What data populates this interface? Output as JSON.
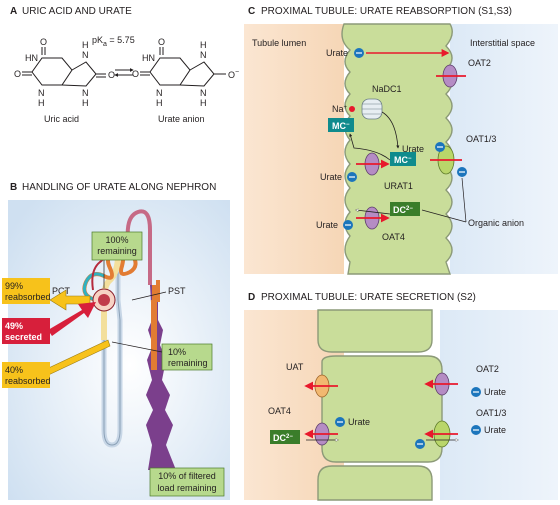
{
  "panel_a": {
    "letter": "A",
    "title": "URIC ACID AND URATE",
    "pka": "pK",
    "pka_sub": "a",
    "pka_value": " = 5.75",
    "uric_acid_label": "Uric acid",
    "urate_anion_label": "Urate anion",
    "atoms": {
      "H": "H",
      "N": "N",
      "O": "O",
      "O_minus": "O"
    }
  },
  "panel_b": {
    "letter": "B",
    "title": "HANDLING OF URATE ALONG NEPHRON",
    "pct": "PCT",
    "pst": "PST",
    "box_100_line1": "100%",
    "box_100_line2": "remaining",
    "box_99_line1": "99%",
    "box_99_line2": "reabsorbed",
    "box_49_line1": "49%",
    "box_49_line2": "secreted",
    "box_40_line1": "40%",
    "box_40_line2": "reabsorbed",
    "box_10_line1": "10%",
    "box_10_line2": "remaining",
    "box_filtered_line1": "10% of filtered",
    "box_filtered_line2": "load remaining"
  },
  "panel_c": {
    "letter": "C",
    "title": "PROXIMAL TUBULE: URATE REABSORPTION (S1,S3)",
    "tubule_lumen": "Tubule lumen",
    "interstitial_space": "Interstitial space",
    "urate": "Urate",
    "oat2": "OAT2",
    "nadc1": "NaDC1",
    "na_plus": "Na",
    "mc_minus": "MC",
    "oat1_3": "OAT1/3",
    "urat1": "URAT1",
    "dc2_minus": "DC",
    "oat4": "OAT4",
    "organic_anion": "Organic anion"
  },
  "panel_d": {
    "letter": "D",
    "title": "PROXIMAL TUBULE: URATE SECRETION (S2)",
    "uat": "UAT",
    "oat4": "OAT4",
    "urate": "Urate",
    "dc2_minus": "DC",
    "oat2": "OAT2",
    "oat1_3": "OAT1/3"
  },
  "colors": {
    "cell_green": "#c9dd9a",
    "lumen_peach": "#f8dcc0",
    "interstitial_blue": "#e4eef8",
    "transporter_purple": "#b58cc4",
    "transporter_orange": "#f2b870",
    "transporter_green": "#b9d66a",
    "anion_blue": "#1c75bc",
    "arrow_red": "#e8192c",
    "teal_box": "#0f8b8d",
    "dark_green_box": "#3a7d2a",
    "yellow_box": "#f7c21b",
    "red_box": "#d71f3b",
    "label_green": "#b7d98d"
  },
  "icons": [
    "anion-minus-icon",
    "sodium-plus-icon",
    "transporter-icon",
    "arrow-icon"
  ]
}
